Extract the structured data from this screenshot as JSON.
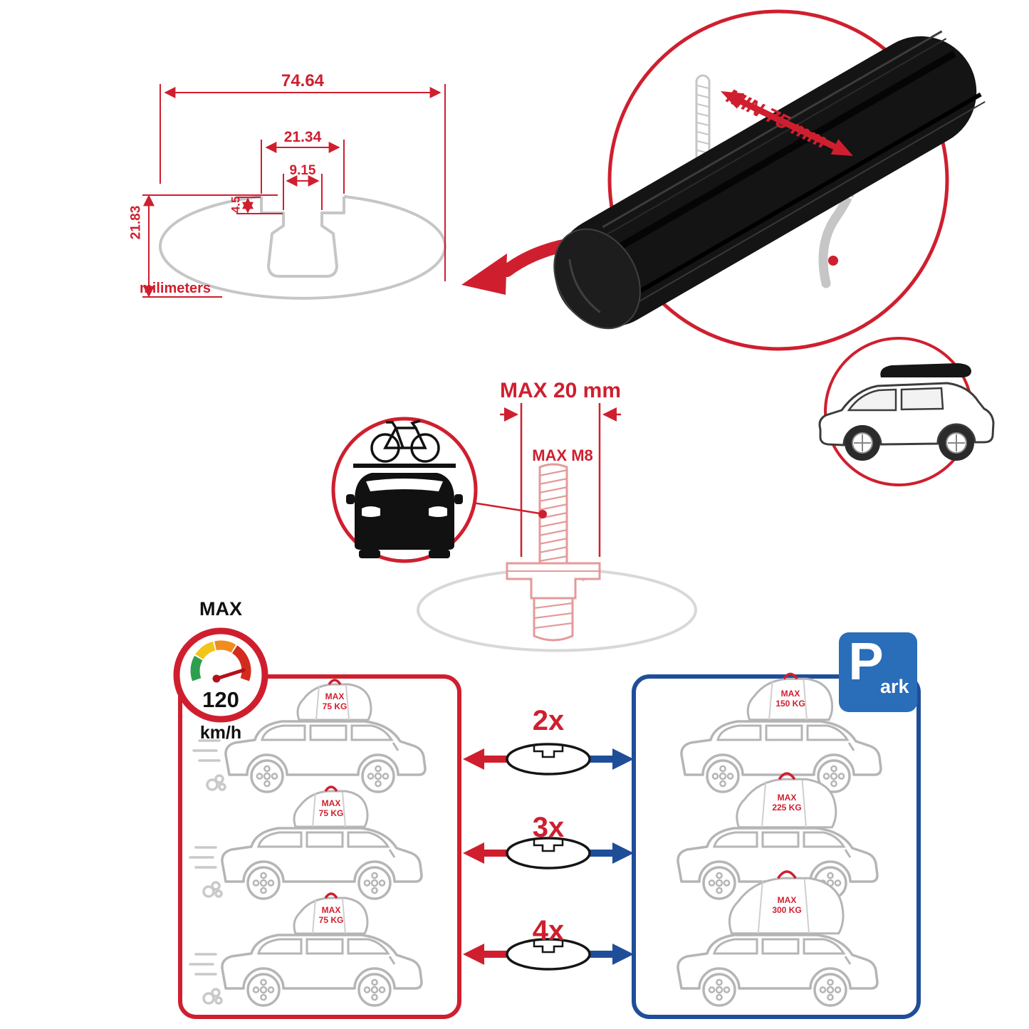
{
  "profile": {
    "width_total": "74.64",
    "slot_outer_width": "21.34",
    "slot_inner_width": "9.15",
    "lip_depth": "4.5",
    "height_total": "21.83",
    "units_label": "milimeters"
  },
  "clamp_detail": {
    "min_gap_label": "MIN 75 mm"
  },
  "bolt_detail": {
    "max_length_label": "MAX 20 mm",
    "max_thread_label": "MAX M8"
  },
  "speed_badge": {
    "caption": "MAX",
    "value": "120",
    "unit": "km/h"
  },
  "park_sign": {
    "letter": "P",
    "suffix": "ark"
  },
  "capacity_rows": [
    {
      "multiplier": "2x",
      "left_max": "MAX",
      "left_load": "75 KG",
      "right_max": "MAX",
      "right_load": "150 KG"
    },
    {
      "multiplier": "3x",
      "left_max": "MAX",
      "left_load": "75 KG",
      "right_max": "MAX",
      "right_load": "225 KG"
    },
    {
      "multiplier": "4x",
      "left_max": "MAX",
      "left_load": "75 KG",
      "right_max": "MAX",
      "right_load": "300 KG"
    }
  ],
  "colors": {
    "red": "#cf1f2f",
    "blue": "#1f4e99",
    "park_blue": "#2a6db8",
    "gray": "#b5b5b5"
  }
}
